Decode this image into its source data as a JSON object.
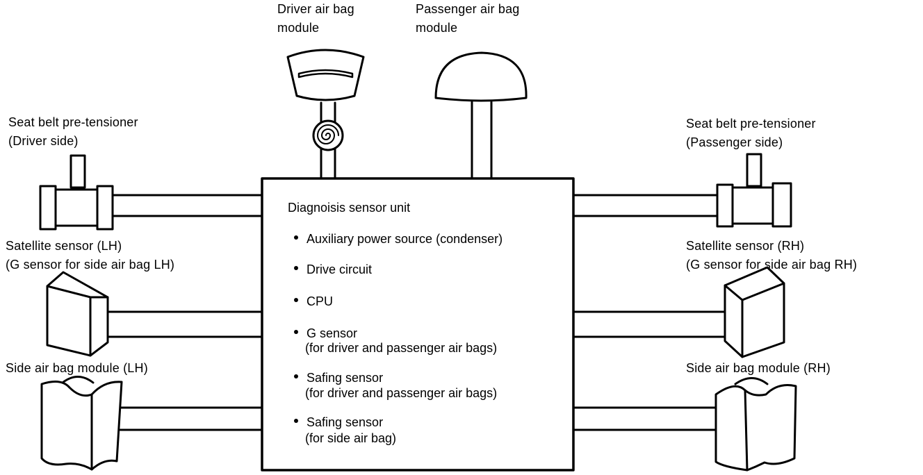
{
  "labels": {
    "driver_airbag": [
      "Driver air bag",
      "module"
    ],
    "passenger_airbag": [
      "Passenger air bag",
      "module"
    ],
    "seatbelt_driver": [
      "Seat belt pre-tensioner",
      "(Driver side)"
    ],
    "seatbelt_passenger": [
      "Seat belt pre-tensioner",
      "(Passenger side)"
    ],
    "satellite_lh": [
      "Satellite sensor (LH)",
      "(G sensor for side air bag LH)"
    ],
    "satellite_rh": [
      "Satellite sensor (RH)",
      "(G sensor for side air bag RH)"
    ],
    "side_airbag_lh": "Side air bag module (LH)",
    "side_airbag_rh": "Side air bag module (RH)"
  },
  "unit": {
    "title": "Diagnoisis sensor unit",
    "items": [
      [
        "Auxiliary power source (condenser)"
      ],
      [
        "Drive circuit"
      ],
      [
        "CPU"
      ],
      [
        "G sensor",
        "(for driver and passenger air bags)"
      ],
      [
        "Safing sensor",
        "(for driver and passenger air bags)"
      ],
      [
        "Safing sensor",
        "(for side air bag)"
      ]
    ]
  }
}
